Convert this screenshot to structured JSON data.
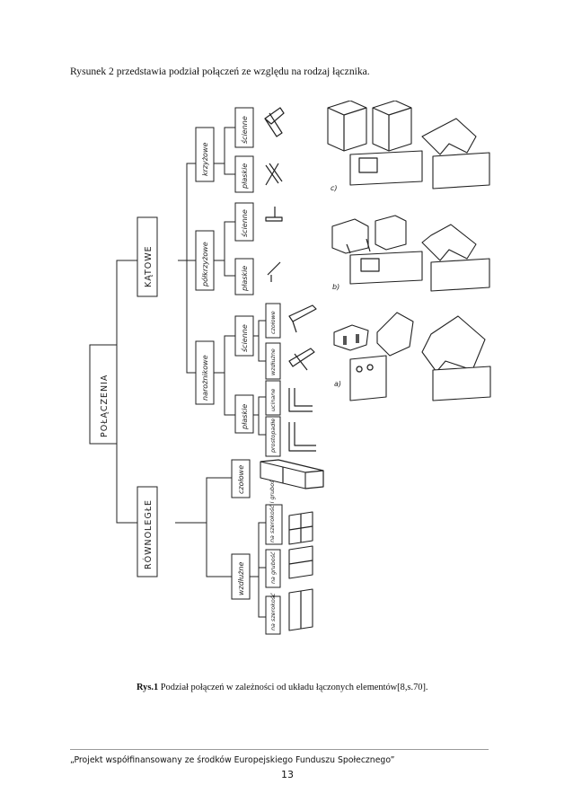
{
  "document": {
    "intro_text": "Rysunek 2 przedstawia podział połączeń ze względu na rodzaj łącznika.",
    "figure": {
      "root_label": "POŁĄCZENIA",
      "branch_katowe": "KĄTOWE",
      "branch_rownolegle": "RÓWNOLEGŁE",
      "sub_krzyzowe": "krzyżowe",
      "sub_polkrzyzowe": "półkrzyżowe",
      "sub_narozne": "narożnikowe",
      "sub_czolowe": "czołowe",
      "sub_wzdluzne": "wzdłużne",
      "leaf_scienne_1": "ścienne",
      "leaf_plaskie_1": "płaskie",
      "leaf_scienne_2": "ścienne",
      "leaf_plaskie_2": "płaskie",
      "leaf_scienne_3": "ścienne",
      "leaf_plaskie_3": "płaskie",
      "leaf_czolowe": "czołowe",
      "leaf_wzdluzne": "wzdłużne",
      "leaf_ucinane": "ucinane",
      "leaf_prostopadle": "prostopadłe",
      "leaf_na_szerokosc_grubosc": "na szerokość i grubość",
      "leaf_na_grubosc": "na grubość",
      "leaf_na_szerokosc": "na szerokość",
      "row_a": "a)",
      "row_b": "b)",
      "row_c": "c)"
    },
    "caption_prefix": "Rys.1",
    "caption_text": " Podział połączeń w zależności od układu łączonych elementów[8,s.70].",
    "footer_text": "„Projekt współfinansowany ze środków Europejskiego Funduszu Społecznego”",
    "page_number": "13"
  }
}
